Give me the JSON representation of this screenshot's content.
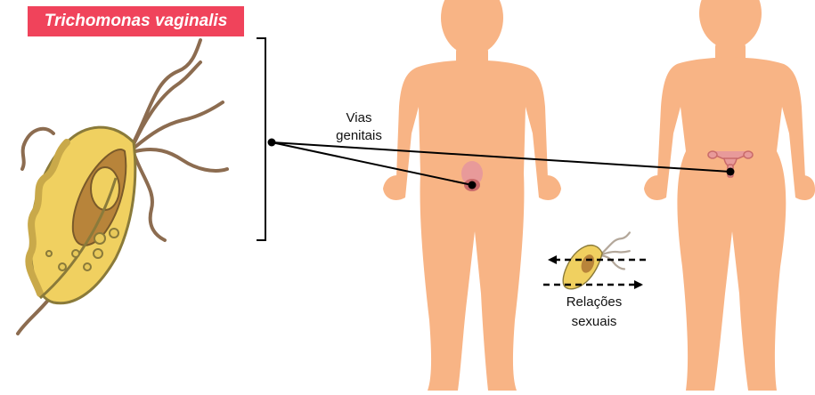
{
  "title": "Trichomonas vaginalis",
  "labels": {
    "route_line1": "Vias",
    "route_line2": "genitais",
    "transmission_line1": "Relações",
    "transmission_line2": "sexuais"
  },
  "colors": {
    "title_background": "#f0435b",
    "title_text": "#ffffff",
    "skin": "#f8b485",
    "parasite_body": "#f0d060",
    "parasite_outline": "#8a7a3a",
    "parasite_inner": "#b8843a",
    "flagella": "#8c6c50",
    "connector_line": "#000000",
    "reproductive_organ": "#e89a9a"
  },
  "icons": [
    "trichomonas-parasite-illustration",
    "male-body-silhouette",
    "female-body-silhouette",
    "small-parasite-icon",
    "arrow-left-icon",
    "arrow-right-icon"
  ]
}
